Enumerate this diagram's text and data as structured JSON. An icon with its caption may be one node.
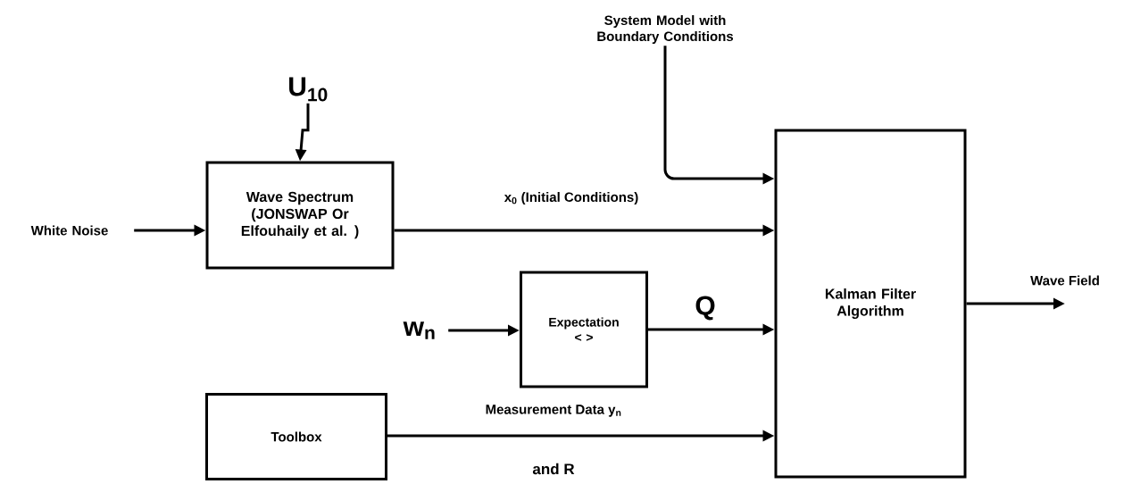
{
  "diagram": {
    "nodes": [
      {
        "text": [
          "White Noise"
        ]
      },
      {
        "text": [
          "U$_{10}$"
        ]
      },
      {
        "text": [
          "Wave Spectrum (JONSWAP Or Elfouhaily et al. )"
        ]
      },
      {
        "text": [
          "System Model with Boundary Conditions"
        ]
      },
      {
        "text": [
          "w$_{n}$"
        ]
      },
      {
        "text": [
          "Expectation < >"
        ]
      },
      {
        "text": [
          "Toolbox"
        ]
      },
      {
        "text": [
          "Kalman Filter Algorithm"
        ]
      }
    ],
    "edges": [
      {
        "from": 0,
        "to": 2,
        "arrow": "to"
      },
      {
        "from": 1,
        "to": 2,
        "arrow": "to"
      },
      {
        "from": 3,
        "to": 7,
        "arrow": "to"
      },
      {
        "from": 2,
        "to": 7,
        "arrow": "to",
        "label": "x$_{0}$ (Initial Conditions)"
      },
      {
        "from": 4,
        "to": 5,
        "arrow": "to"
      },
      {
        "from": 5,
        "to": 7,
        "arrow": "to",
        "label": "Q"
      },
      {
        "from": 6,
        "to": 7,
        "arrow": "to",
        "label": "Measurement Data y$_{n}$"
      },
      {
        "from": 7,
        "to": null,
        "arrow": "to",
        "label": "Wave Field"
      }
    ],
    "labels": [
      "and R"
    ]
  }
}
